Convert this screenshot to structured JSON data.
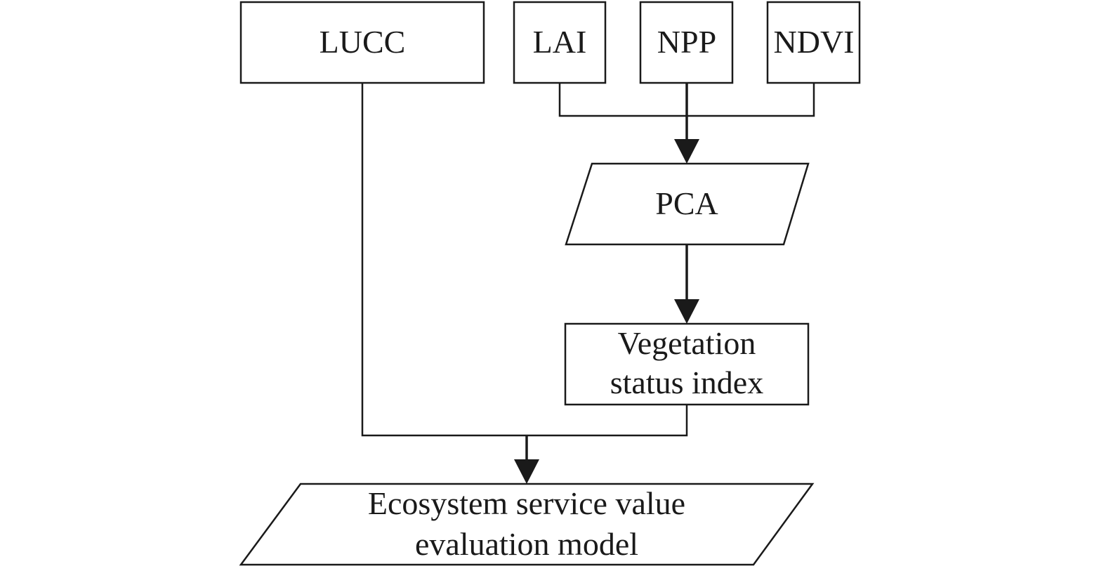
{
  "nodes": {
    "lucc": {
      "label": "LUCC",
      "shape": "rectangle"
    },
    "lai": {
      "label": "LAI",
      "shape": "rectangle"
    },
    "npp": {
      "label": "NPP",
      "shape": "rectangle"
    },
    "ndvi": {
      "label": "NDVI",
      "shape": "rectangle"
    },
    "pca": {
      "label": "PCA",
      "shape": "parallelogram"
    },
    "vsi": {
      "label_lines": [
        "Vegetation",
        "status index"
      ],
      "shape": "rectangle"
    },
    "esv": {
      "label_lines": [
        "Ecosystem service value",
        "evaluation model"
      ],
      "shape": "parallelogram"
    }
  },
  "edges": [
    {
      "from": [
        "lai",
        "npp",
        "ndvi"
      ],
      "to": "pca",
      "arrow": true
    },
    {
      "from": [
        "pca"
      ],
      "to": "vsi",
      "arrow": true
    },
    {
      "from": [
        "lucc",
        "vsi"
      ],
      "to": "esv",
      "arrow": true
    }
  ],
  "colors": {
    "stroke": "#1a1a1a",
    "fill": "#ffffff",
    "text": "#1a1a1a"
  }
}
